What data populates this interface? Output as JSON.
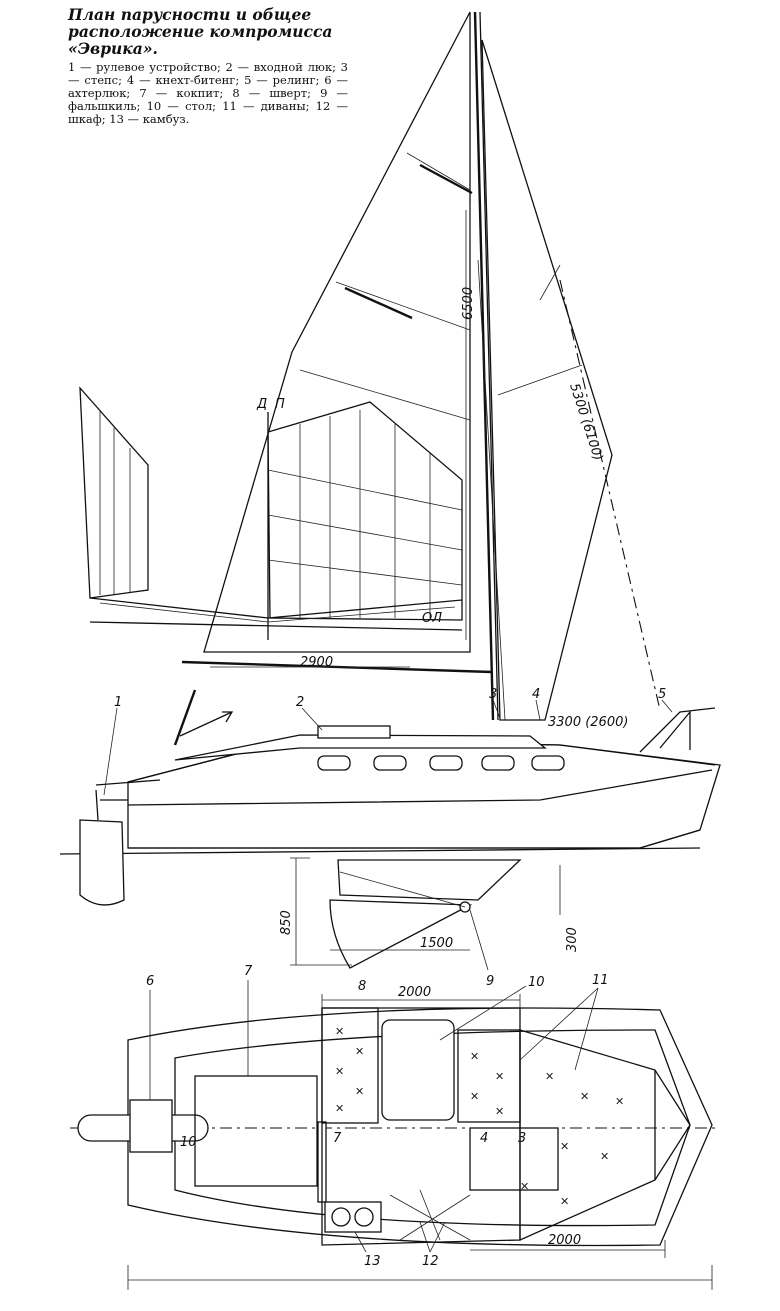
{
  "caption": {
    "title": "План парусности и общее рас­положение компромисса «Эв­рика».",
    "legend": "1 — рулевое устройство; 2 — входной люк; 3 — степс; 4 — кнехт-битенг; 5 — релинг; 6 — ахтерлюк; 7 — кокпит; 8 — шверт; 9 — фальшкиль; 10 — стол; 11 — диваны; 12 — шкаф; 13 — камбуз."
  },
  "sail_plan": {
    "station_d": "Д",
    "station_p": "П",
    "waterline": "ОЛ",
    "dim_mast_height": "6500",
    "dim_luff": "5300 (6100)",
    "dim_boom": "2900",
    "dim_foot": "3300 (2600)"
  },
  "profile": {
    "dim_draft": "850",
    "dim_keel_length": "1500",
    "dim_keel_depth": "300",
    "callouts": [
      "1",
      "2",
      "3",
      "4",
      "5",
      "8",
      "9"
    ]
  },
  "plan": {
    "dim_cabin": "2000",
    "dim_bow": "2000",
    "callouts": [
      "6",
      "7",
      "10",
      "11",
      "7",
      "10",
      "4",
      "3",
      "13",
      "12"
    ]
  }
}
